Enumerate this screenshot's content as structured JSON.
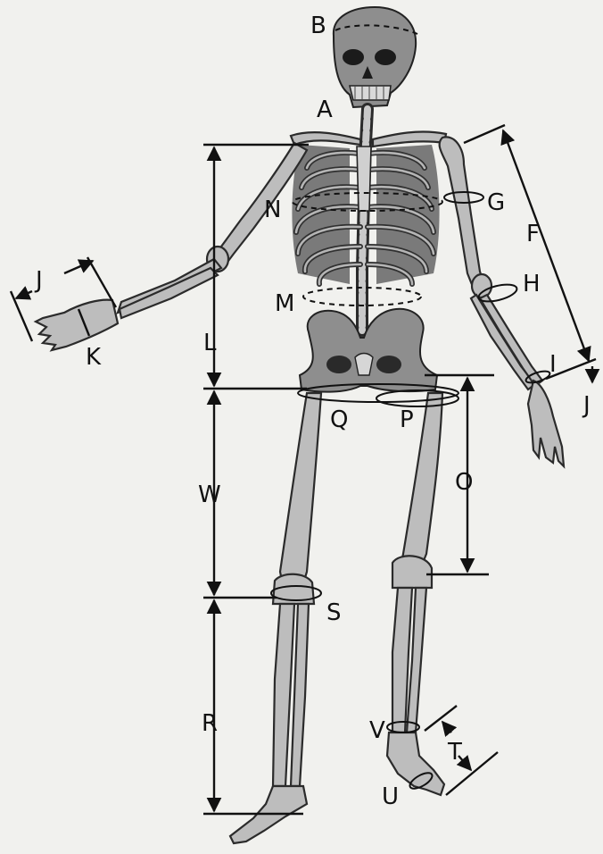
{
  "labels": {
    "A": "A",
    "B": "B",
    "F": "F",
    "G": "G",
    "H": "H",
    "I": "I",
    "J_left": "J",
    "J_right": "J",
    "K": "K",
    "L": "L",
    "M": "M",
    "N": "N",
    "O": "O",
    "P": "P",
    "Q": "Q",
    "R": "R",
    "S": "S",
    "T": "T",
    "U": "U",
    "V": "V",
    "W": "W"
  },
  "colors": {
    "background": "#f1f1ee",
    "bone": "#bdbdbd",
    "ink": "#111111"
  }
}
